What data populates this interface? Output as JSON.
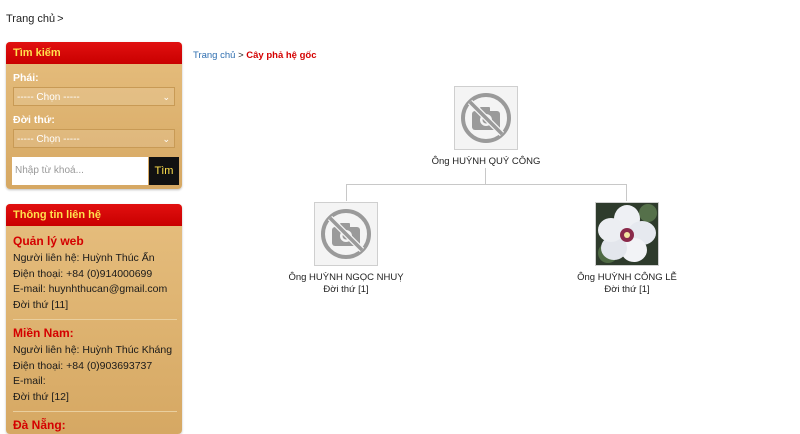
{
  "top_breadcrumb": {
    "home": "Trang chủ",
    "sep": ">"
  },
  "search": {
    "title": "Tìm kiếm",
    "gender_label": "Phái:",
    "gender_value": "----- Chọn -----",
    "generation_label": "Đời thứ:",
    "generation_value": "----- Chọn -----",
    "keyword_placeholder": "Nhập từ khoá...",
    "button_label": "Tìm"
  },
  "contact": {
    "title": "Thông tin liên hệ",
    "regions": [
      {
        "name": "Quản lý web",
        "person": "Người liên hệ: Huỳnh Thúc Ấn",
        "phone": "Điện thoại: +84 (0)914000699",
        "email": "E-mail: huynhthucan@gmail.com",
        "generation": "Đời thứ [11]"
      },
      {
        "name": "Miền Nam:",
        "person": "Người liên hệ: Huỳnh Thúc Kháng",
        "phone": "Điện thoại: +84 (0)903693737",
        "email": "E-mail:",
        "generation": "Đời thứ [12]"
      },
      {
        "name": "Đà Nẵng:"
      }
    ]
  },
  "breadcrumb": {
    "home": "Trang chủ",
    "sep": ">",
    "current": "Cây phả hệ gốc"
  },
  "tree": {
    "root": {
      "name": "Ông HUỲNH QUÝ CÔNG"
    },
    "children": [
      {
        "name": "Ông HUỲNH NGỌC NHUỴ",
        "generation": "Đời thứ [1]"
      },
      {
        "name": "Ông HUỲNH CÔNG LỄ",
        "generation": "Đời thứ [1]"
      }
    ]
  },
  "colors": {
    "header_red": "#d40000",
    "header_text": "#ffe14d",
    "panel_tan": "#dcae6a",
    "link_blue": "#2f6fb0"
  },
  "icons": {
    "placeholder": "no-photo-icon",
    "dropdown": "chevron-down-icon"
  }
}
